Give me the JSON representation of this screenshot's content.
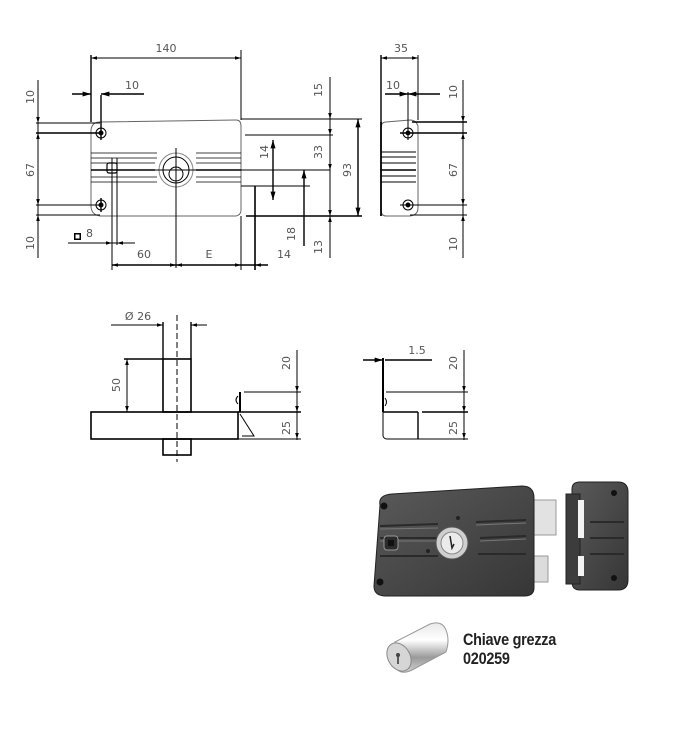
{
  "title": "Rim lock technical drawing with product photo",
  "front_view": {
    "dims": {
      "width_total": "140",
      "hole_offset_x": "10",
      "top_margin": "10",
      "hole_spacing": "67",
      "bottom_margin": "10",
      "square_hole": "8",
      "cylinder_offset": "60",
      "backset": "E",
      "bolt_offset": "14"
    }
  },
  "right_dims": {
    "d15": "15",
    "d14": "14",
    "d33": "33",
    "d93": "93",
    "d18": "18",
    "d13": "13"
  },
  "side_view": {
    "dims": {
      "depth": "35",
      "hole_offset": "10",
      "top_margin": "10",
      "hole_spacing": "67",
      "bottom_margin": "10"
    }
  },
  "top_view": {
    "dims": {
      "cylinder_diameter": "Ø 26",
      "cylinder_length": "50",
      "bolt_throw": "20",
      "body_depth": "25"
    }
  },
  "keeper_view": {
    "dims": {
      "thickness": "1.5",
      "bolt_throw": "20",
      "body_depth": "25"
    }
  },
  "product": {
    "caption_line1": "Chiave grezza",
    "caption_line2": "020259",
    "colors": {
      "body": "#4a4a4a",
      "cylinder": "#d8d8d8",
      "bolt": "#e4e4e4"
    }
  }
}
